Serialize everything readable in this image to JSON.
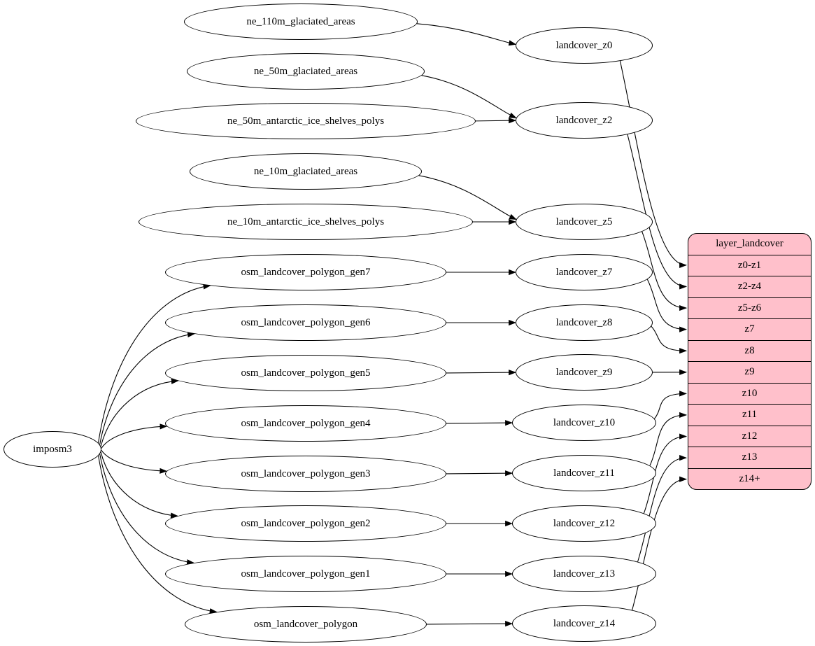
{
  "colors": {
    "background": "#ffffff",
    "node_fill": "#ffffff",
    "node_stroke": "#000000",
    "edge_color": "#000000",
    "record_fill": "#ffc0cb"
  },
  "nodes": [
    "imposm3",
    "ne_110m_glaciated_areas",
    "ne_50m_glaciated_areas",
    "ne_50m_antarctic_ice_shelves_polys",
    "ne_10m_glaciated_areas",
    "ne_10m_antarctic_ice_shelves_polys",
    "osm_landcover_polygon_gen7",
    "osm_landcover_polygon_gen6",
    "osm_landcover_polygon_gen5",
    "osm_landcover_polygon_gen4",
    "osm_landcover_polygon_gen3",
    "osm_landcover_polygon_gen2",
    "osm_landcover_polygon_gen1",
    "osm_landcover_polygon",
    "landcover_z0",
    "landcover_z2",
    "landcover_z5",
    "landcover_z7",
    "landcover_z8",
    "landcover_z9",
    "landcover_z10",
    "landcover_z11",
    "landcover_z12",
    "landcover_z13",
    "landcover_z14"
  ],
  "record": {
    "title": "layer_landcover",
    "rows": [
      "z0-z1",
      "z2-z4",
      "z5-z6",
      "z7",
      "z8",
      "z9",
      "z10",
      "z11",
      "z12",
      "z13",
      "z14+"
    ]
  },
  "edges": [
    {
      "from": "imposm3",
      "to": "osm_landcover_polygon_gen7"
    },
    {
      "from": "imposm3",
      "to": "osm_landcover_polygon_gen6"
    },
    {
      "from": "imposm3",
      "to": "osm_landcover_polygon_gen5"
    },
    {
      "from": "imposm3",
      "to": "osm_landcover_polygon_gen4"
    },
    {
      "from": "imposm3",
      "to": "osm_landcover_polygon_gen3"
    },
    {
      "from": "imposm3",
      "to": "osm_landcover_polygon_gen2"
    },
    {
      "from": "imposm3",
      "to": "osm_landcover_polygon_gen1"
    },
    {
      "from": "imposm3",
      "to": "osm_landcover_polygon"
    },
    {
      "from": "ne_110m_glaciated_areas",
      "to": "landcover_z0"
    },
    {
      "from": "ne_50m_glaciated_areas",
      "to": "landcover_z2"
    },
    {
      "from": "ne_50m_antarctic_ice_shelves_polys",
      "to": "landcover_z2"
    },
    {
      "from": "ne_10m_glaciated_areas",
      "to": "landcover_z5"
    },
    {
      "from": "ne_10m_antarctic_ice_shelves_polys",
      "to": "landcover_z5"
    },
    {
      "from": "osm_landcover_polygon_gen7",
      "to": "landcover_z7"
    },
    {
      "from": "osm_landcover_polygon_gen6",
      "to": "landcover_z8"
    },
    {
      "from": "osm_landcover_polygon_gen5",
      "to": "landcover_z9"
    },
    {
      "from": "osm_landcover_polygon_gen4",
      "to": "landcover_z10"
    },
    {
      "from": "osm_landcover_polygon_gen3",
      "to": "landcover_z11"
    },
    {
      "from": "osm_landcover_polygon_gen2",
      "to": "landcover_z12"
    },
    {
      "from": "osm_landcover_polygon_gen1",
      "to": "landcover_z13"
    },
    {
      "from": "osm_landcover_polygon",
      "to": "landcover_z14"
    },
    {
      "from": "landcover_z0",
      "to": "layer_landcover",
      "row": "z0-z1"
    },
    {
      "from": "landcover_z2",
      "to": "layer_landcover",
      "row": "z2-z4"
    },
    {
      "from": "landcover_z5",
      "to": "layer_landcover",
      "row": "z5-z6"
    },
    {
      "from": "landcover_z7",
      "to": "layer_landcover",
      "row": "z7"
    },
    {
      "from": "landcover_z8",
      "to": "layer_landcover",
      "row": "z8"
    },
    {
      "from": "landcover_z9",
      "to": "layer_landcover",
      "row": "z9"
    },
    {
      "from": "landcover_z10",
      "to": "layer_landcover",
      "row": "z10"
    },
    {
      "from": "landcover_z11",
      "to": "layer_landcover",
      "row": "z11"
    },
    {
      "from": "landcover_z12",
      "to": "layer_landcover",
      "row": "z12"
    },
    {
      "from": "landcover_z13",
      "to": "layer_landcover",
      "row": "z13"
    },
    {
      "from": "landcover_z14",
      "to": "layer_landcover",
      "row": "z14+"
    }
  ]
}
